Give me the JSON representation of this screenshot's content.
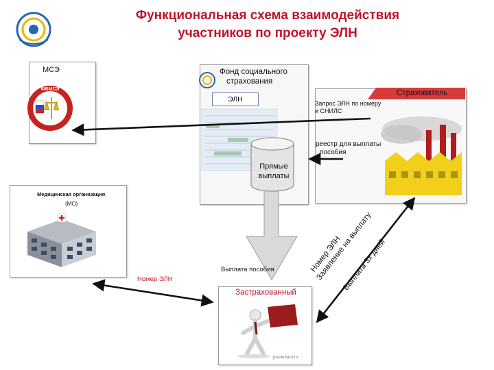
{
  "title_line1": "Функциональная схема взаимодействия",
  "title_line2": "участников по проекту ЭЛН",
  "mse": {
    "label": "МСЭ",
    "emblem_text": "ФБМСЭ"
  },
  "fss": {
    "line1": "Фонд социального",
    "line2": "страхования",
    "eln_label": "ЭЛН"
  },
  "insurer": {
    "label": "Страхователь"
  },
  "med_org": {
    "line1": "Медицинская организация",
    "line2": "(МО)"
  },
  "db": {
    "line1": "Прямые",
    "line2": "выплаты"
  },
  "insured": {
    "label": "Застрахованный",
    "watermark": "prezentacii.ru"
  },
  "arrows": {
    "request_line1": "Запрос ЭЛН по номеру",
    "request_line2": "и СНИЛС",
    "registry_line1": "реестр для выплаты",
    "registry_line2": "пособия",
    "benefit_payment": "Выплата пособия",
    "eln_number": "Номер ЭЛН",
    "diag_line1": "Номер ЭЛН",
    "diag_line2": "Заявление на выплату",
    "diag_line3": "Выплата 3х дней"
  },
  "colors": {
    "title": "#c0142a",
    "insurer_banner": "#d63a3a",
    "arrow_fill": "#d9d9d9"
  }
}
